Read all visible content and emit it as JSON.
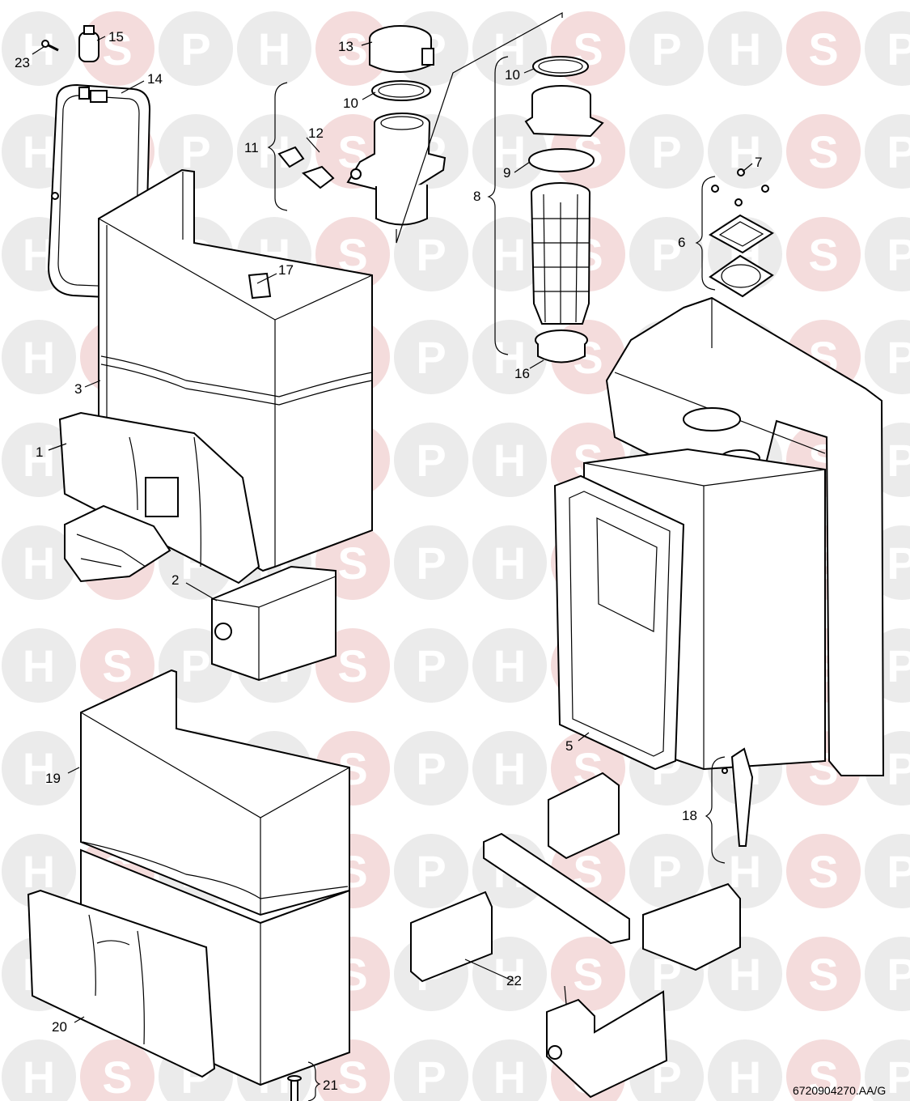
{
  "watermark": {
    "letters": [
      "H",
      "S",
      "P"
    ],
    "circle_color": "#ebebeb",
    "accent_circle_color": "#f4dcdc",
    "letter_color": "#ffffff"
  },
  "callouts": {
    "c1": "1",
    "c2": "2",
    "c3": "3",
    "c5": "5",
    "c6": "6",
    "c7": "7",
    "c8": "8",
    "c9": "9",
    "c10a": "10",
    "c10b": "10",
    "c11": "11",
    "c12": "12",
    "c13": "13",
    "c14": "14",
    "c15": "15",
    "c16": "16",
    "c17": "17",
    "c18": "18",
    "c19": "19",
    "c20": "20",
    "c21": "21",
    "c22": "22",
    "c23": "23"
  },
  "drawing_ref": "6720904270.AA/G"
}
